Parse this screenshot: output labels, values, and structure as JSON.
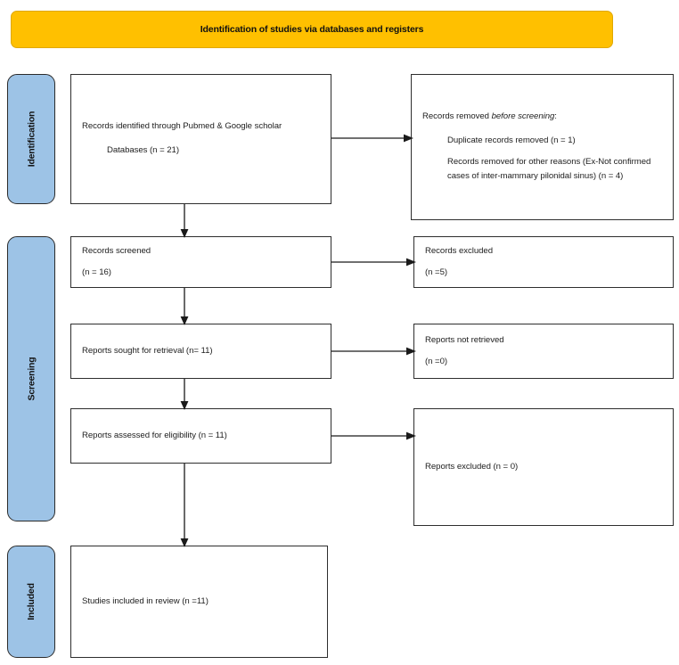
{
  "banner": {
    "title": "Identification of studies via databases and registers",
    "color": "#FFC000"
  },
  "stages": {
    "color": "#9DC3E6",
    "identification": "Identification",
    "screening": "Screening",
    "included": "Included"
  },
  "boxes": {
    "identified": {
      "line1": "Records identified through Pubmed & Google scholar",
      "line2": "Databases (n = 21)"
    },
    "removed": {
      "heading_plain": "Records removed ",
      "heading_italic": "before screening",
      "heading_colon": ":",
      "item1": "Duplicate records removed (n = 1)",
      "item2": "Records removed for other reasons (Ex-Not confirmed cases of inter-mammary pilonidal sinus) (n = 4)"
    },
    "screened": {
      "line1": "Records screened",
      "line2": "(n = 16)"
    },
    "excluded": {
      "line1": "Records excluded",
      "line2": "(n =5)"
    },
    "sought": {
      "line1": "Reports sought for retrieval (n= 11)"
    },
    "not_retrieved": {
      "line1": "Reports not retrieved",
      "line2": "(n =0)"
    },
    "assessed": {
      "line1": "Reports assessed for eligibility (n = 11)"
    },
    "reports_excluded": {
      "line1": "Reports excluded (n = 0)"
    },
    "studies_included": {
      "line1": "Studies included in review (n =11)"
    }
  },
  "connectors": {
    "arrow_color": "#1a1a1a",
    "down_1": "identified-to-screened",
    "down_2": "screened-to-sought",
    "down_3": "sought-to-assessed",
    "down_4": "assessed-to-included",
    "right_1": "identified-to-removed",
    "right_2": "screened-to-excluded",
    "right_3": "sought-to-not-retrieved",
    "right_4": "assessed-to-reports-excluded"
  }
}
